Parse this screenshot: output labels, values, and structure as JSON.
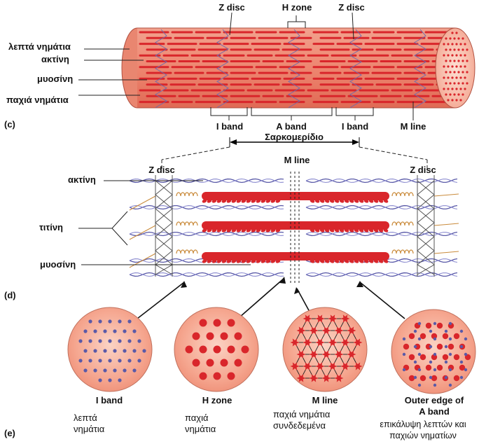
{
  "panels": {
    "c": "(c)",
    "d": "(d)",
    "e": "(e)"
  },
  "fiber": {
    "left_labels": {
      "thin": "λεπτά νημάτια",
      "actin": "ακτίνη",
      "myosin": "μυοσίνη",
      "thick": "παχιά νημάτια"
    },
    "top_labels": {
      "zdisc_left": "Z disc",
      "hzone": "H zone",
      "zdisc_right": "Z disc"
    },
    "bottom_labels": {
      "iband_left": "I band",
      "aband": "A band",
      "iband_right": "I band",
      "mline": "M line"
    },
    "sarcomere": "Σαρκομερίδιο"
  },
  "sarcomere_detail": {
    "zdisc_left": "Z disc",
    "mline": "M line",
    "zdisc_right": "Z disc",
    "actin": "ακτίνη",
    "titin": "τιτίνη",
    "myosin": "μυοσίνη"
  },
  "cross_sections": [
    {
      "title": "I band",
      "desc1": "λεπτά",
      "desc2": "νημάτια"
    },
    {
      "title": "H zone",
      "desc1": "παχιά",
      "desc2": "νημάτια"
    },
    {
      "title": "M line",
      "desc1": "παχιά νημάτια",
      "desc2": "συνδεδεμένα"
    },
    {
      "title": "Outer edge of",
      "title2": "A band",
      "desc1": "επικάλυψη λεπτών και",
      "desc2": "παχιών νηματίων"
    }
  ],
  "colors": {
    "muscle_red": "#d9262b",
    "pale_red": "#f4a08c",
    "thin_blue": "#5a5aa8",
    "titin_tan": "#c98a3a"
  }
}
